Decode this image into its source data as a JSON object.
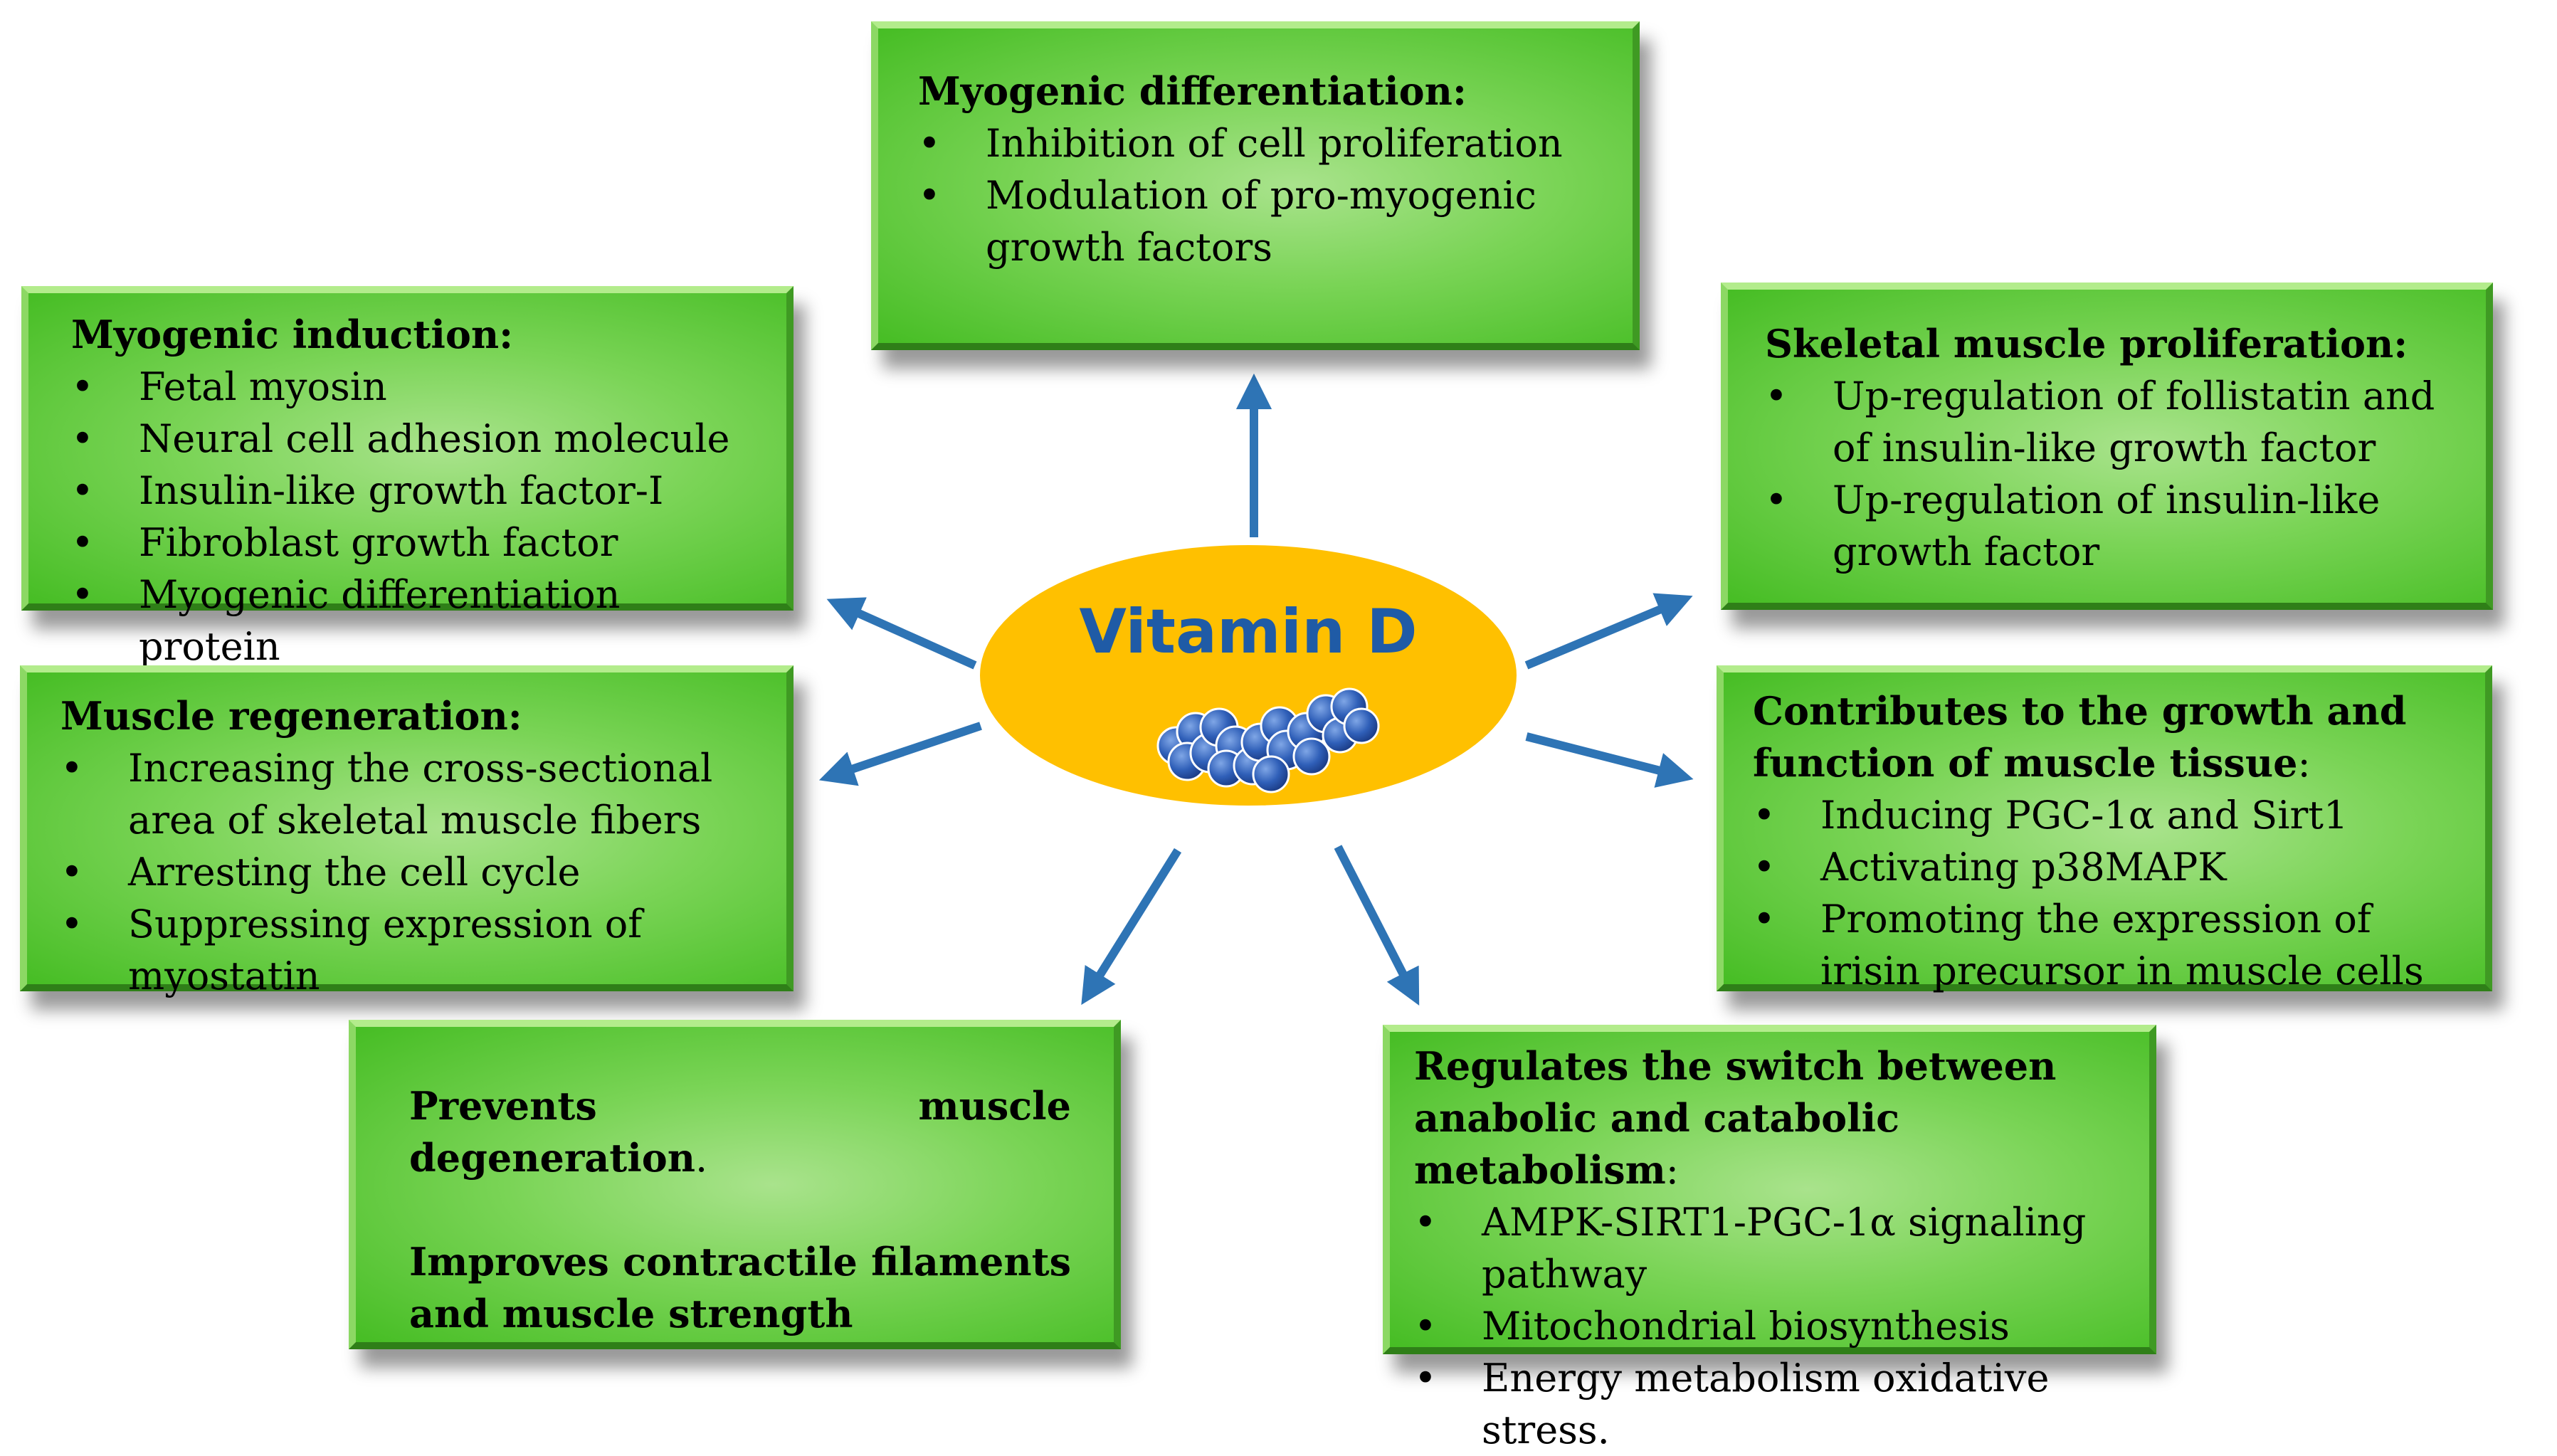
{
  "center": {
    "title": "Vitamin D",
    "colors": {
      "ellipse": "#ffc000",
      "title": "#1f5ba6",
      "molecule": "#2f5fb8",
      "arrows": "#2e74b5",
      "box": "#6fd14a"
    },
    "icon": "molecule-icon"
  },
  "boxes": {
    "myogenic_differentiation": {
      "title": "Myogenic differentiation:",
      "items": [
        "Inhibition of cell proliferation",
        "Modulation of pro-myogenic growth factors"
      ]
    },
    "myogenic_induction": {
      "title": "Myogenic induction:",
      "items": [
        "Fetal myosin",
        "Neural cell adhesion molecule",
        "Insulin-like growth factor-I",
        "Fibroblast growth factor",
        "Myogenic differentiation protein"
      ]
    },
    "skeletal_muscle_proliferation": {
      "title": "Skeletal muscle proliferation:",
      "items": [
        "Up-regulation of follistatin and of insulin-like growth factor",
        "Up-regulation of insulin-like growth factor"
      ]
    },
    "muscle_regeneration": {
      "title": "Muscle regeneration:",
      "items": [
        "Increasing  the cross-sectional area of skeletal muscle fibers",
        "Arresting the cell cycle",
        "Suppressing expression of myostatin"
      ]
    },
    "growth_function": {
      "title": "Contributes to the growth and function of muscle tissue",
      "title_suffix": ":",
      "items": [
        "Inducing PGC-1α  and Sirt1",
        "Activating  p38MAPK",
        "Promoting the expression of irisin precursor in muscle cells"
      ]
    },
    "prevents": {
      "line1": "Prevents  muscle degeneration",
      "line1_suffix": ".",
      "line2": "Improves contractile filaments and muscle strength"
    },
    "metabolism_switch": {
      "title": "Regulates the switch between anabolic and catabolic metabolism",
      "title_suffix": ":",
      "items": [
        "AMPK-SIRT1-PGC-1α signaling pathway",
        "Mitochondrial biosynthesis",
        "Energy metabolism oxidative stress."
      ]
    }
  }
}
